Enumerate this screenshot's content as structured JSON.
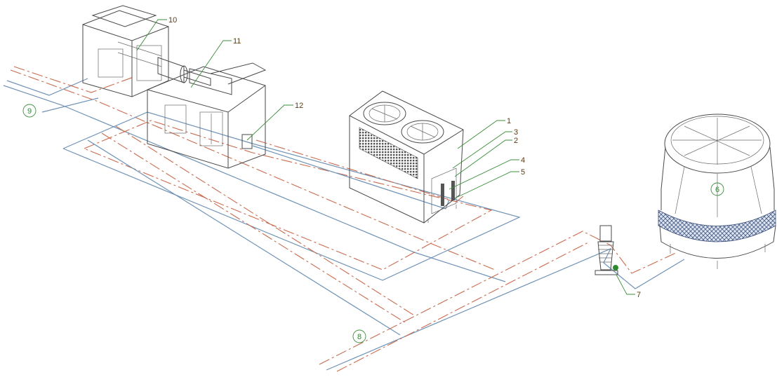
{
  "diagram": {
    "callouts": [
      "1",
      "2",
      "3",
      "4",
      "5",
      "7",
      "10",
      "11",
      "12"
    ],
    "circled": [
      "6",
      "8",
      "9"
    ],
    "colors": {
      "supply_pipe": "#6f93b6",
      "return_pipe": "#c96b4e",
      "leader_line": "#3d8f3d",
      "outline": "#4a4a4a",
      "mesh": "#4a5f8a"
    }
  }
}
